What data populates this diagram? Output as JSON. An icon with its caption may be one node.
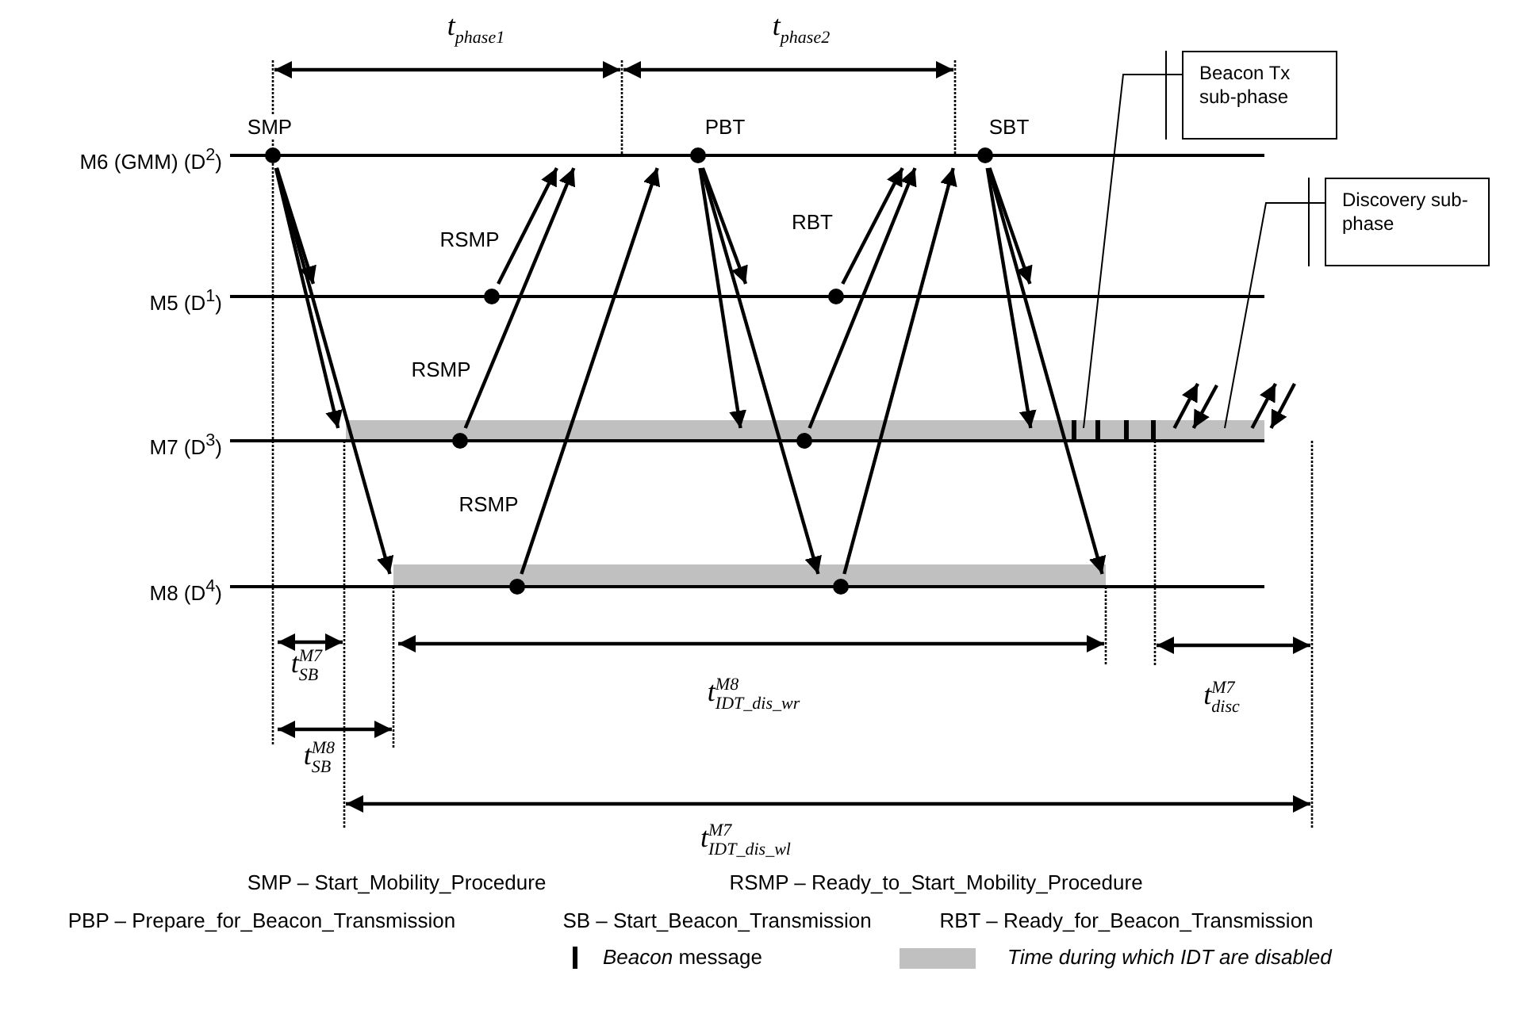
{
  "diagram": {
    "nodes": [
      {
        "text": [
          "M6 (GMM) (D$^{2}$)"
        ]
      },
      {
        "text": [
          "M5 (D$^{1}$)"
        ]
      },
      {
        "text": [
          "M7 (D$^{3}$)"
        ]
      },
      {
        "text": [
          "M8 (D$^{4}$)"
        ]
      },
      {
        "text": [
          "Beacon Tx sub-phase"
        ]
      },
      {
        "text": [
          "Discovery sub-phase"
        ]
      }
    ],
    "edges": [
      {
        "from": 0,
        "to": 1,
        "arrow": "to",
        "label": "SMP"
      },
      {
        "from": 0,
        "to": 2,
        "arrow": "to"
      },
      {
        "from": 0,
        "to": 3,
        "arrow": "to"
      },
      {
        "from": 1,
        "to": 0,
        "arrow": "to",
        "label": "RSMP"
      },
      {
        "from": 2,
        "to": 0,
        "arrow": "to",
        "label": "RSMP"
      },
      {
        "from": 3,
        "to": 0,
        "arrow": "to",
        "label": "RSMP"
      },
      {
        "from": 0,
        "to": 1,
        "arrow": "to",
        "label": "PBT"
      },
      {
        "from": 0,
        "to": 2,
        "arrow": "to"
      },
      {
        "from": 0,
        "to": 3,
        "arrow": "to"
      },
      {
        "from": 1,
        "to": 0,
        "arrow": "to",
        "label": "RBT"
      },
      {
        "from": 2,
        "to": 0,
        "arrow": "to"
      },
      {
        "from": 3,
        "to": 0,
        "arrow": "to"
      },
      {
        "from": 0,
        "to": 1,
        "arrow": "to",
        "label": "SBT"
      },
      {
        "from": 0,
        "to": 2,
        "arrow": "to"
      },
      {
        "from": 0,
        "to": 3,
        "arrow": "to"
      },
      {
        "from": 2,
        "to": null,
        "arrow": "to"
      },
      {
        "from": null,
        "to": 2,
        "arrow": "to"
      },
      {
        "from": 2,
        "to": null,
        "arrow": "to"
      },
      {
        "from": null,
        "to": 2,
        "arrow": "to"
      },
      {
        "from": 4,
        "to": 2,
        "arrow": "none"
      },
      {
        "from": 5,
        "to": 2,
        "arrow": "none"
      }
    ],
    "labels": [
      "t$_{phase1}$",
      "t$_{phase2}$",
      "t$^{M7}$$_{SB}$",
      "t$^{M8}$$_{SB}$",
      "t$^{M8}$$_{IDT_dis_wr}$",
      "t$^{M7}$$_{disc}$",
      "t$^{M7}$$_{IDT_dis_wl}$",
      "SMP – Start_Mobility_Procedure",
      "RSMP – Ready_to_Start_Mobility_Procedure",
      "PBP – Prepare_for_Beacon_Transmission",
      "SB – Start_Beacon_Transmission",
      "RBT – Ready_for_Beacon_Transmission"
    ],
    "legend": [
      {
        "text": "*Beacon* message"
      },
      {
        "text": "Time during which IDT are disabled",
        "color": "#c0c0c0"
      }
    ]
  }
}
